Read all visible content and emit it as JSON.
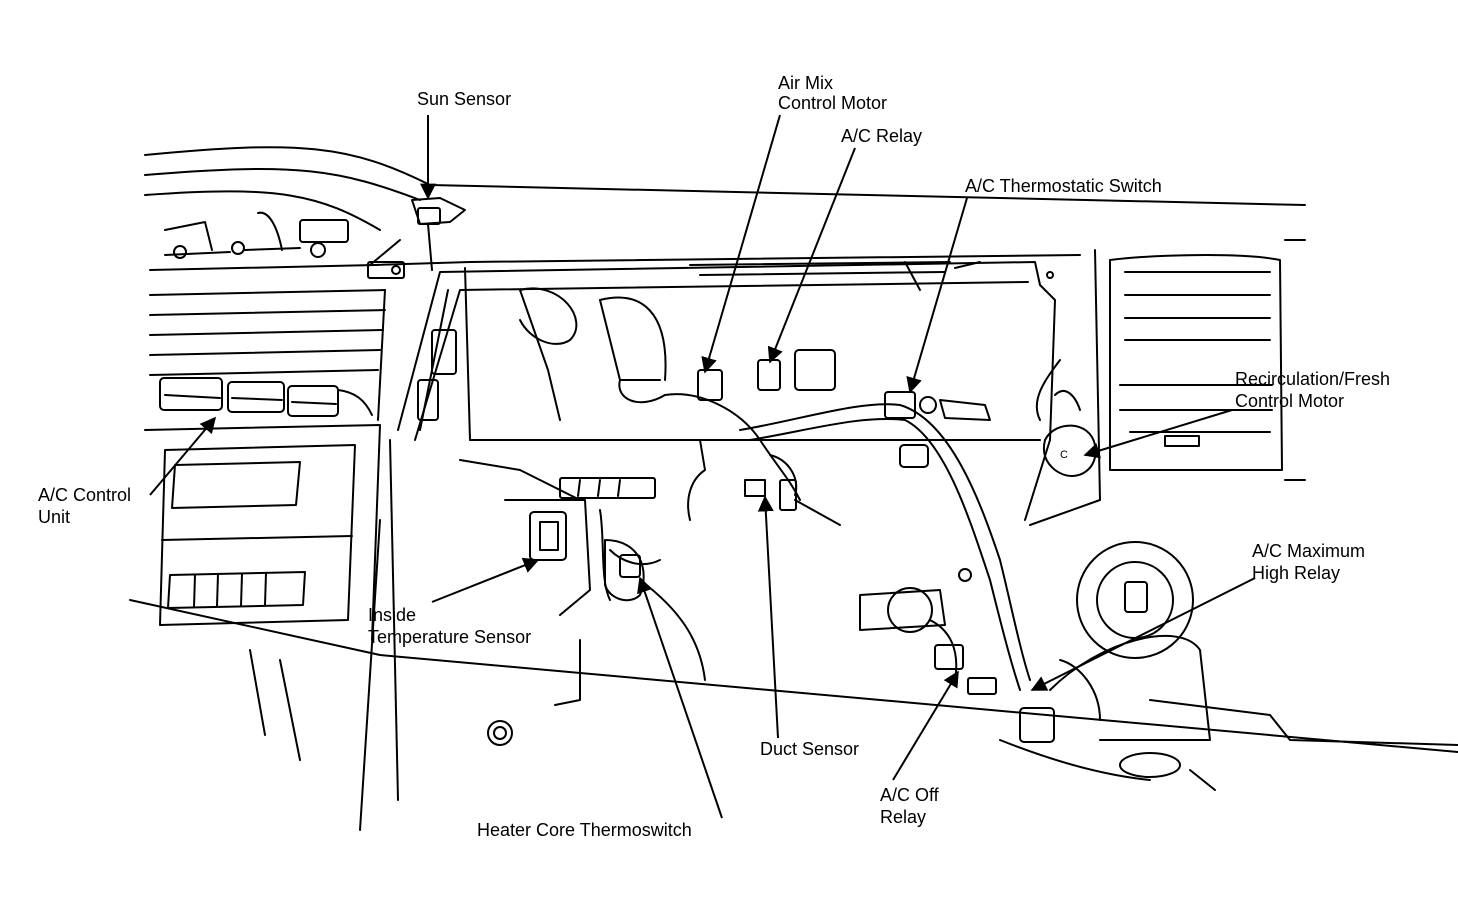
{
  "labels": {
    "sun_sensor": "Sun Sensor",
    "air_mix_1": "Air Mix",
    "air_mix_2": "Control Motor",
    "ac_relay": "A/C Relay",
    "ac_thermostatic_switch": "A/C Thermostatic Switch",
    "recirc_1": "Recirculation/Fresh",
    "recirc_2": "Control Motor",
    "ac_control_unit_1": "A/C Control",
    "ac_control_unit_2": "Unit",
    "ac_max_high_1": "A/C Maximum",
    "ac_max_high_2": "High Relay",
    "inside_temp_1": "Inside",
    "inside_temp_2": "Temperature Sensor",
    "duct_sensor": "Duct Sensor",
    "ac_off_1": "A/C Off",
    "ac_off_2": "Relay",
    "heater_core": "Heater Core Thermoswitch"
  },
  "motor_mark": "C"
}
